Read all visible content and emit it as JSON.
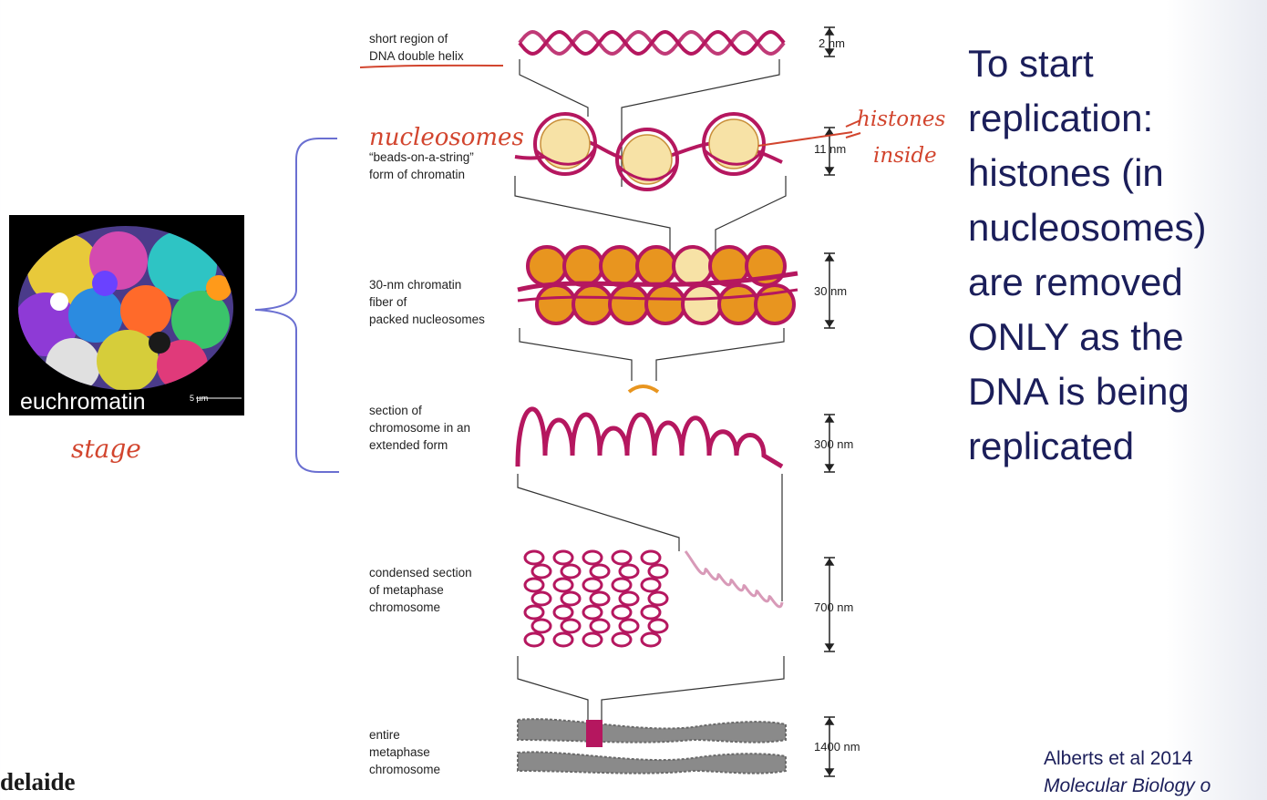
{
  "levels": [
    {
      "label_lines": [
        "short region of",
        "DNA double helix"
      ],
      "size": "2 nm"
    },
    {
      "label_lines": [
        "“beads-on-a-string”",
        "form of chromatin"
      ],
      "size": "11 nm"
    },
    {
      "label_lines": [
        "30-nm chromatin",
        "fiber of",
        "packed nucleosomes"
      ],
      "size": "30 nm"
    },
    {
      "label_lines": [
        "section of",
        "chromosome in an",
        "extended form"
      ],
      "size": "300 nm"
    },
    {
      "label_lines": [
        "condensed section",
        "of metaphase",
        "chromosome"
      ],
      "size": "700 nm"
    },
    {
      "label_lines": [
        "entire",
        "metaphase",
        "chromosome"
      ],
      "size": "1400 nm"
    }
  ],
  "annotations": {
    "nucleosomes": "nucleosomes",
    "histones_1": "histones",
    "histones_2": "inside",
    "stage": "stage"
  },
  "micrograph": {
    "label": "euchromatin",
    "scale": "5 µm"
  },
  "bullet_lines": [
    "To start",
    "replication:",
    "histones (in",
    "nucleosomes)",
    "are removed",
    "ONLY as the",
    "DNA is being",
    "replicated"
  ],
  "citation": {
    "line1": "Alberts et al 2014",
    "line2": "Molecular Biology o"
  },
  "logo_text": "delaide",
  "colors": {
    "dna": "#b5175f",
    "bead": "#f7e2a6",
    "orange": "#e8951f",
    "ink": "#d2452e",
    "bracket": "#6a6fd1",
    "text": "#1b1e5a",
    "chromosome": "#8a8a8a"
  }
}
